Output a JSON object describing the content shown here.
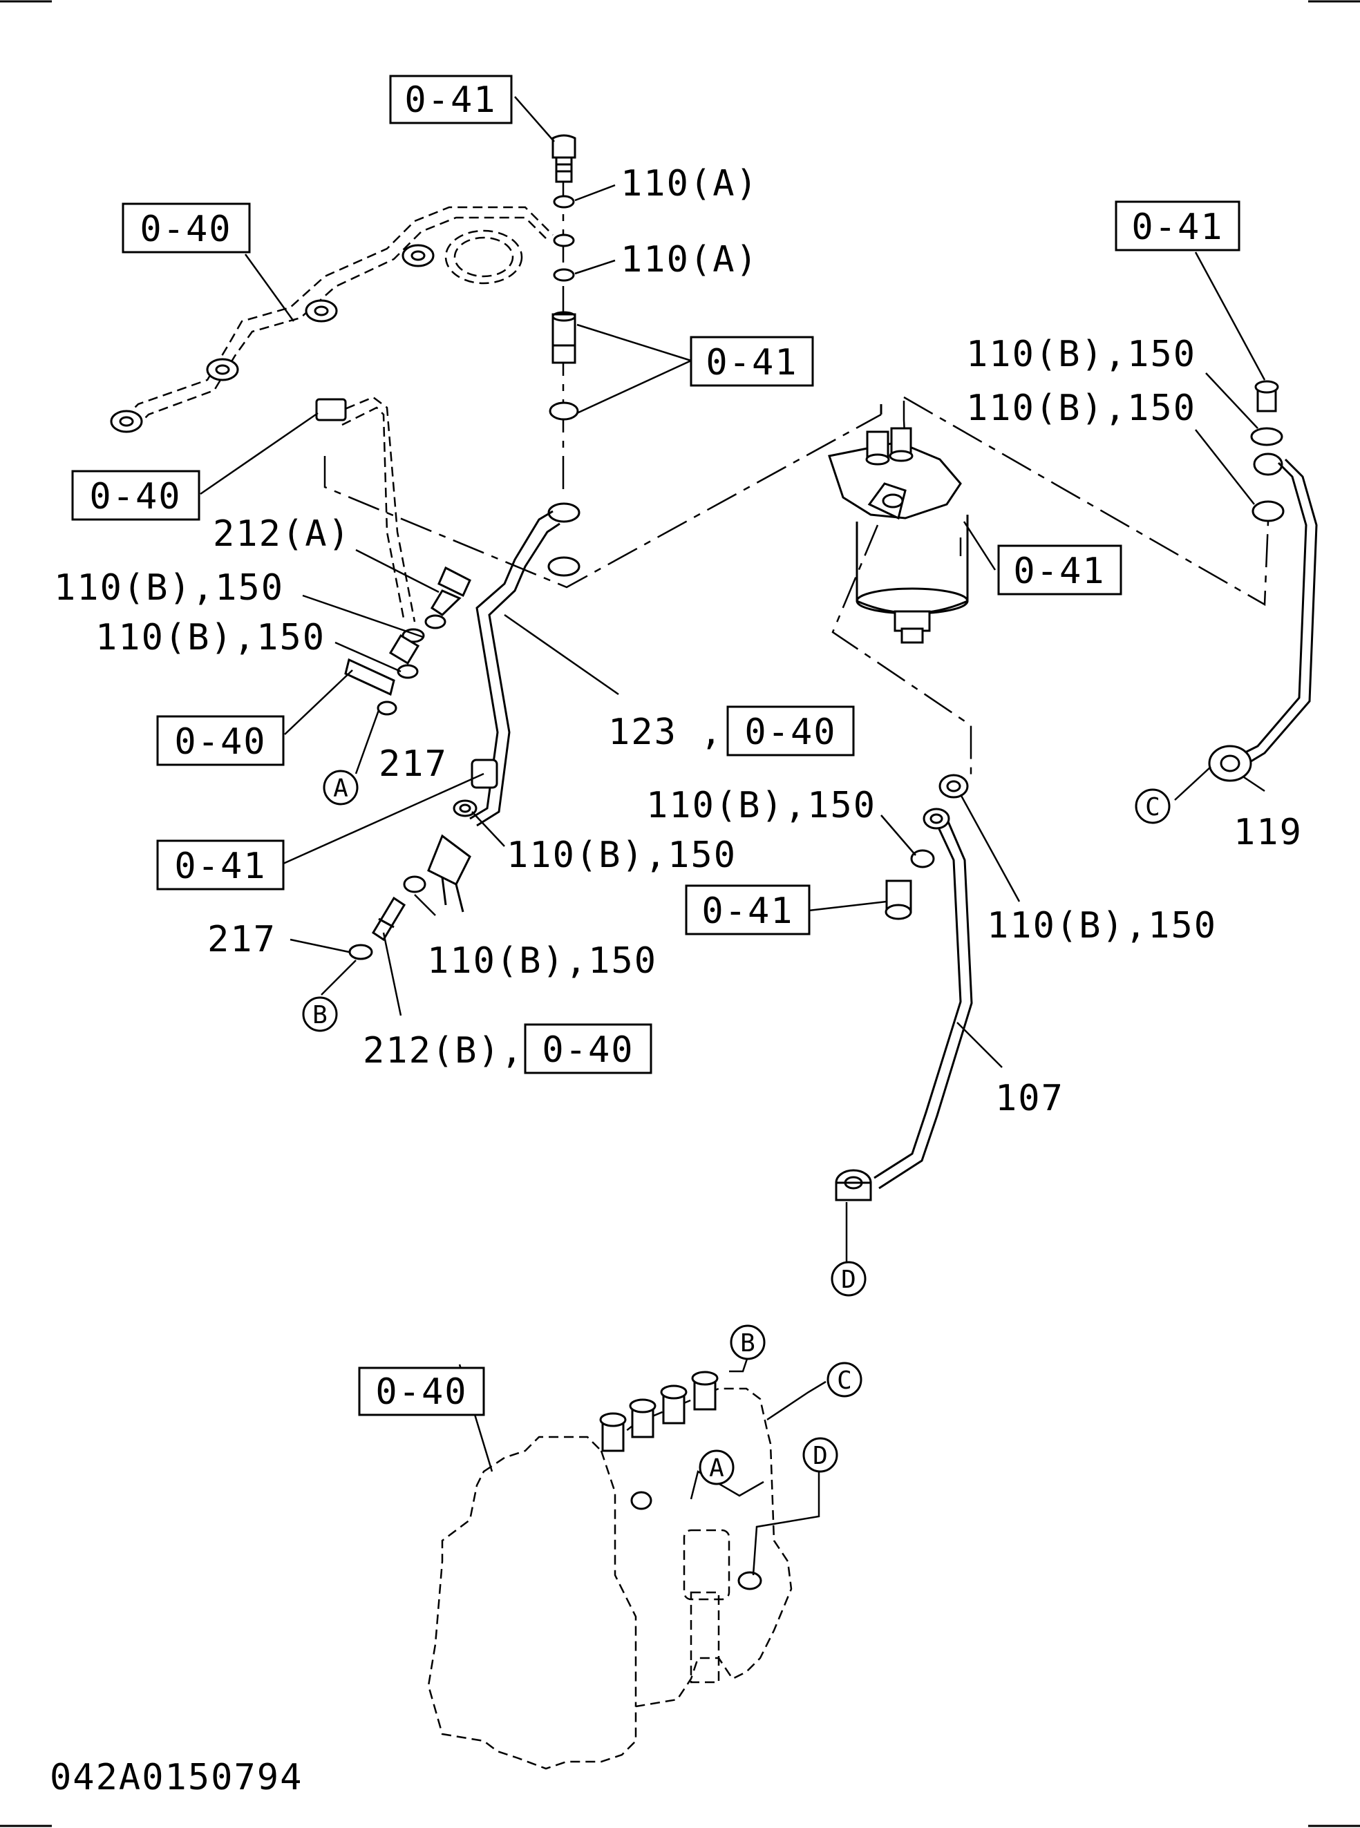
{
  "labels": {
    "ref_0_41": "0-41",
    "ref_0_40": "0-40",
    "p110a": "110(A)",
    "p110b150": "110(B),150",
    "p212a": "212(A)",
    "p212b": "212(B),",
    "p217": "217",
    "p123": "123 ,",
    "p107": "107",
    "p119": "119"
  },
  "markers": {
    "a": "A",
    "b": "B",
    "c": "C",
    "d": "D"
  },
  "figure_id": "042A0150794"
}
